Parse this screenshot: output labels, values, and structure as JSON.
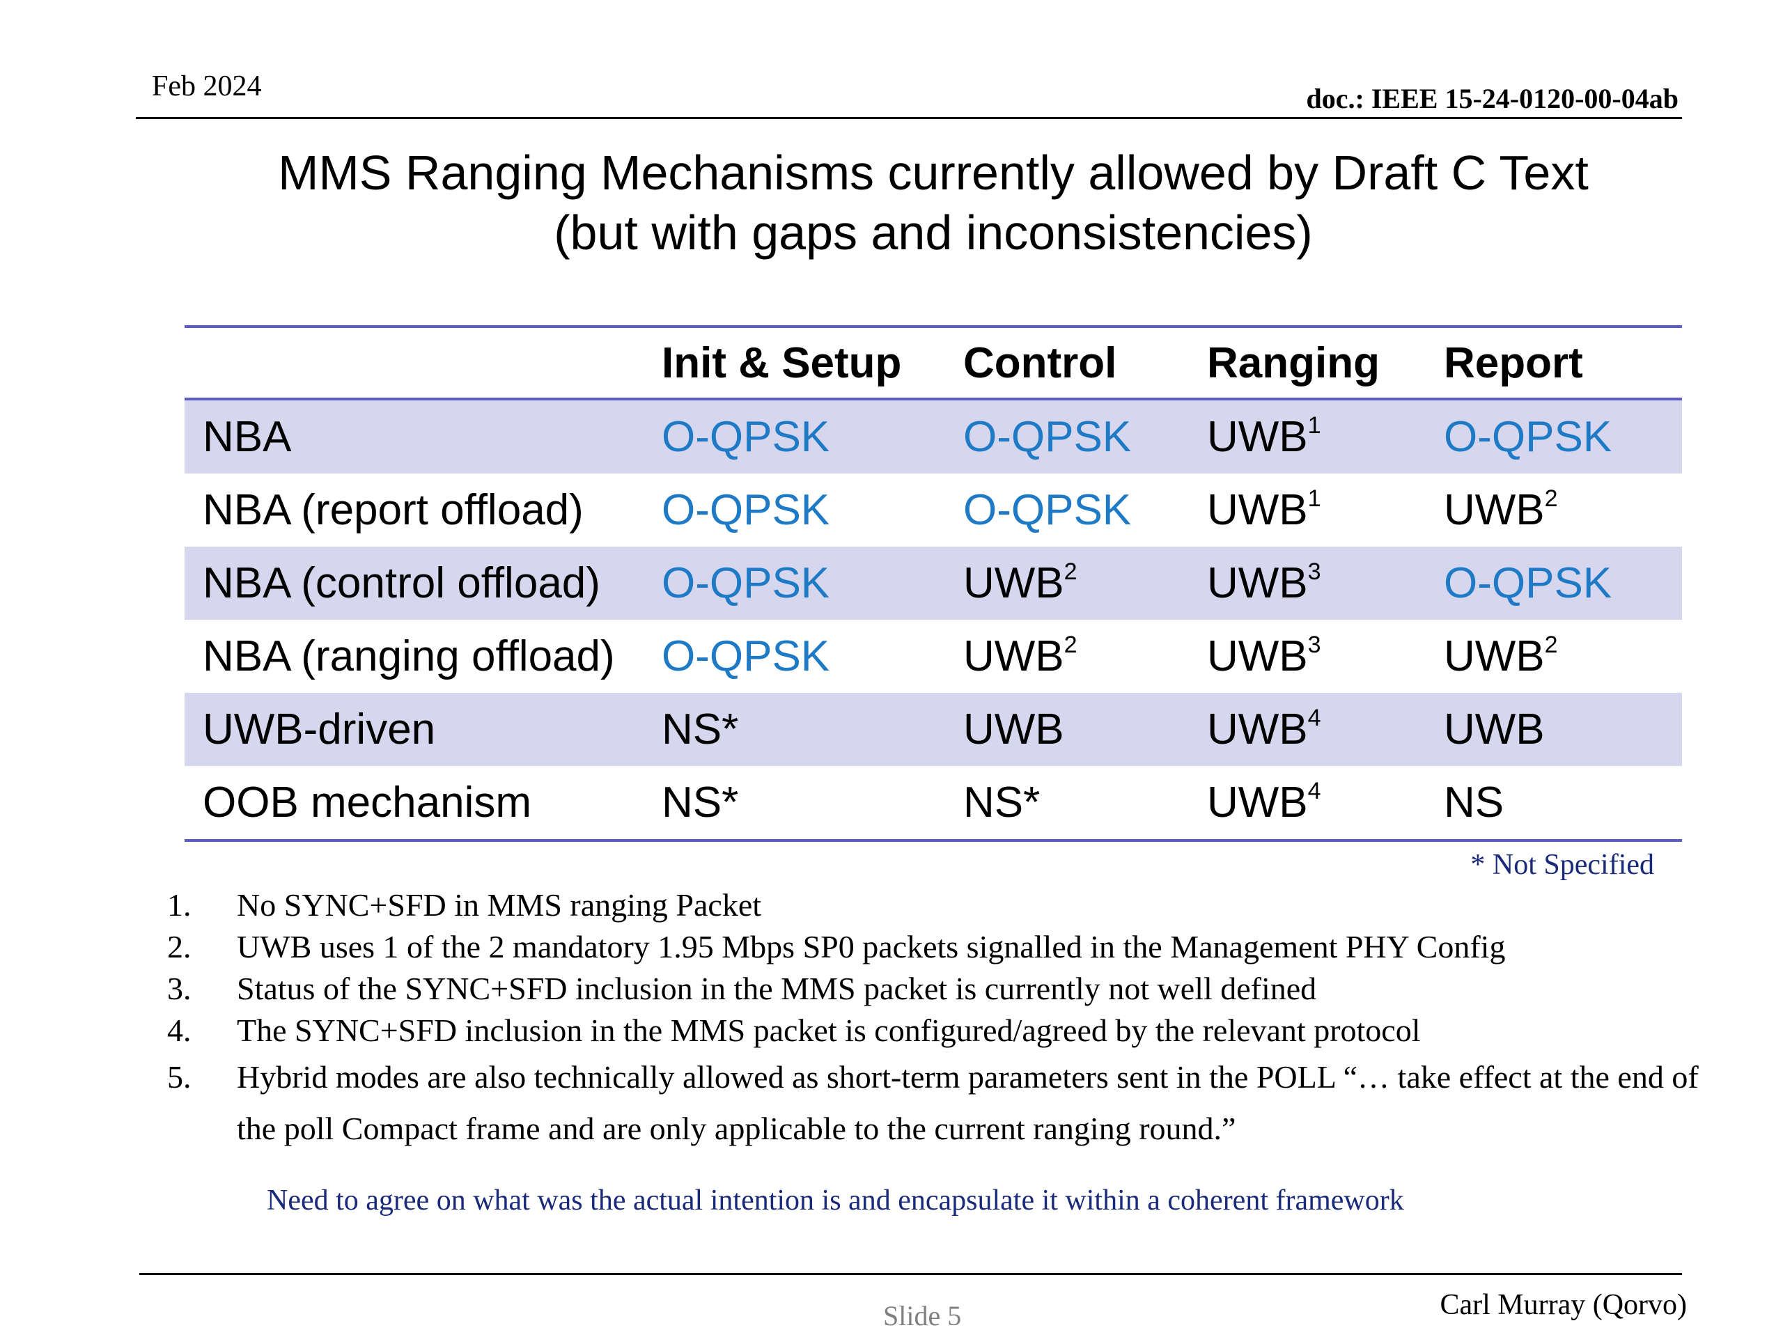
{
  "header": {
    "date": "Feb 2024",
    "doc_id": "doc.: IEEE 15-24-0120-00-04ab"
  },
  "title": {
    "line1": "MMS Ranging Mechanisms currently allowed by Draft C Text",
    "line2": "(but with gaps and inconsistencies)"
  },
  "table": {
    "headers": [
      "",
      "Init & Setup",
      "Control",
      "Ranging",
      "Report"
    ],
    "rows": [
      {
        "label": "NBA",
        "cells": [
          {
            "text": "O-QPSK",
            "sup": ""
          },
          {
            "text": "O-QPSK",
            "sup": ""
          },
          {
            "text": "UWB",
            "sup": "1"
          },
          {
            "text": "O-QPSK",
            "sup": ""
          }
        ]
      },
      {
        "label": "NBA (report offload)",
        "cells": [
          {
            "text": "O-QPSK",
            "sup": ""
          },
          {
            "text": "O-QPSK",
            "sup": ""
          },
          {
            "text": "UWB",
            "sup": "1"
          },
          {
            "text": "UWB",
            "sup": "2"
          }
        ]
      },
      {
        "label": "NBA (control offload)",
        "cells": [
          {
            "text": "O-QPSK",
            "sup": ""
          },
          {
            "text": "UWB",
            "sup": "2"
          },
          {
            "text": "UWB",
            "sup": "3"
          },
          {
            "text": "O-QPSK",
            "sup": ""
          }
        ]
      },
      {
        "label": "NBA (ranging offload)",
        "cells": [
          {
            "text": "O-QPSK",
            "sup": ""
          },
          {
            "text": "UWB",
            "sup": "2"
          },
          {
            "text": "UWB",
            "sup": "3"
          },
          {
            "text": "UWB",
            "sup": "2"
          }
        ]
      },
      {
        "label": "UWB-driven",
        "cells": [
          {
            "text": "NS*",
            "sup": ""
          },
          {
            "text": "UWB",
            "sup": ""
          },
          {
            "text": "UWB",
            "sup": "4"
          },
          {
            "text": "UWB",
            "sup": ""
          }
        ]
      },
      {
        "label": "OOB mechanism",
        "cells": [
          {
            "text": "NS*",
            "sup": ""
          },
          {
            "text": "NS*",
            "sup": ""
          },
          {
            "text": "UWB",
            "sup": "4"
          },
          {
            "text": "NS",
            "sup": ""
          }
        ]
      }
    ]
  },
  "not_specified_note": "* Not Specified",
  "notes": [
    {
      "num": "1.",
      "text": "No SYNC+SFD in MMS ranging Packet"
    },
    {
      "num": "2.",
      "text": "UWB uses 1 of the 2 mandatory 1.95 Mbps SP0 packets signalled in the Management PHY Config"
    },
    {
      "num": "3.",
      "text": "Status of the SYNC+SFD inclusion in the MMS packet is currently not well defined"
    },
    {
      "num": "4.",
      "text": "The SYNC+SFD inclusion in the MMS packet is configured/agreed by the relevant protocol"
    },
    {
      "num": "5.",
      "text": "Hybrid modes are also technically allowed as short-term parameters sent in the POLL “… take effect at the end of the poll Compact frame and are only applicable to the current ranging  round.”"
    }
  ],
  "conclusion": "Need to agree on what was the actual intention is and encapsulate it within a coherent framework",
  "footer": {
    "slide": "Slide 5",
    "author": "Carl Murray (Qorvo)"
  },
  "colors": {
    "table_rule": "#5c5cc8",
    "row_shade": "#d6d6ee",
    "oqpsk_text": "#1f7ac6",
    "note_text": "#1a2a7a"
  }
}
